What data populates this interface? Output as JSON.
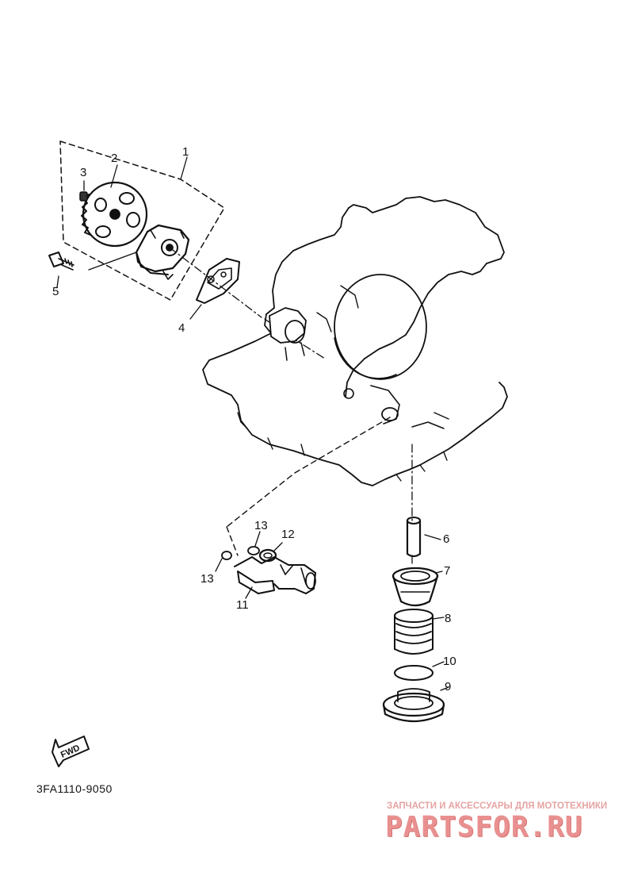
{
  "diagram": {
    "callouts": [
      {
        "id": "1",
        "label": "1"
      },
      {
        "id": "2",
        "label": "2"
      },
      {
        "id": "3",
        "label": "3"
      },
      {
        "id": "4",
        "label": "4"
      },
      {
        "id": "5",
        "label": "5"
      },
      {
        "id": "6",
        "label": "6"
      },
      {
        "id": "7",
        "label": "7"
      },
      {
        "id": "8",
        "label": "8"
      },
      {
        "id": "9",
        "label": "9"
      },
      {
        "id": "10",
        "label": "10"
      },
      {
        "id": "11",
        "label": "11"
      },
      {
        "id": "12",
        "label": "12"
      },
      {
        "id": "13a",
        "label": "13"
      },
      {
        "id": "13b",
        "label": "13"
      }
    ],
    "fwd_label": "FWD",
    "diagram_code": "3FA1110-9050"
  },
  "watermark": {
    "tagline": "ЗАПЧАСТИ И АКСЕССУАРЫ ДЛЯ МОТОТЕХНИКИ",
    "brand": "PARTSFOR.RU"
  },
  "colors": {
    "ink": "#111111",
    "watermark": "#e99090"
  }
}
